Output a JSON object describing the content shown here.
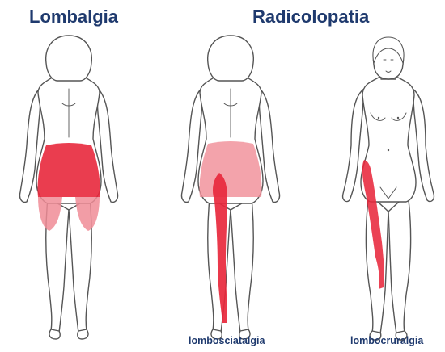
{
  "titles": {
    "left": "Lombalgia",
    "right": "Radicolopatia"
  },
  "captions": {
    "sciatica": "lombosciatalgia",
    "cruralgia": "lombocruralgia"
  },
  "colors": {
    "pain_intense": "#e8283c",
    "pain_referred": "#f08c96",
    "outline": "#555555",
    "title": "#1f3a6e"
  }
}
